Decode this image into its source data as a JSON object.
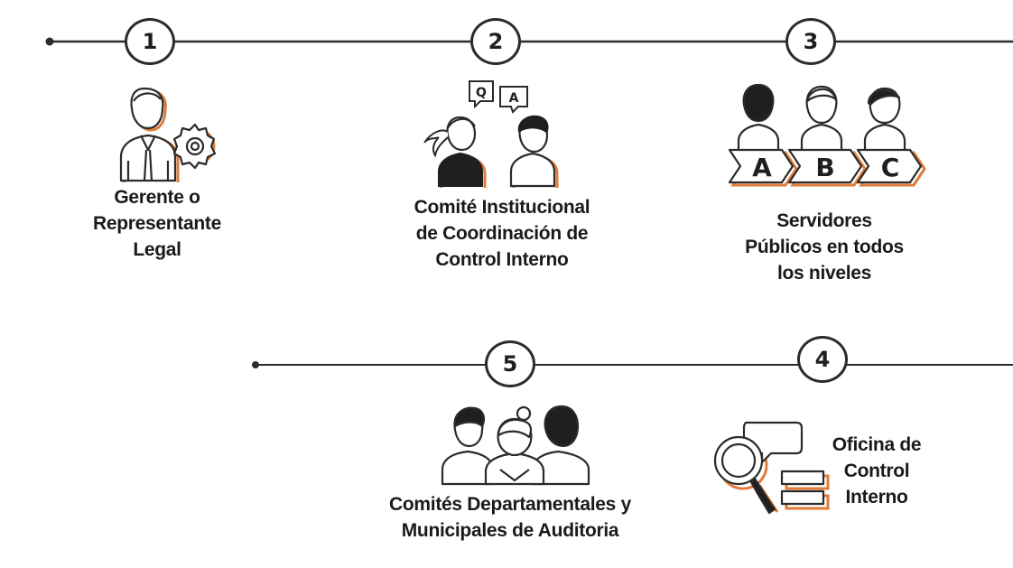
{
  "colors": {
    "line": "#2b2b2b",
    "accent_shadow": "#e07b39",
    "dark_fill": "#1f1f1f",
    "text": "#1a1a1a"
  },
  "steps": [
    {
      "number": "1",
      "icon": "manager-with-gear-icon",
      "label_lines": [
        "Gerente o",
        "Representante",
        "Legal"
      ]
    },
    {
      "number": "2",
      "icon": "committee-qa-icon",
      "icon_bubbles": [
        "Q",
        "A"
      ],
      "label_lines": [
        "Comité Institucional",
        "de Coordinación de",
        "Control Interno"
      ]
    },
    {
      "number": "3",
      "icon": "public-servants-abc-icon",
      "icon_levels": [
        "A",
        "B",
        "C"
      ],
      "label_lines": [
        "Servidores",
        "Públicos en todos",
        "los niveles"
      ]
    },
    {
      "number": "4",
      "icon": "magnifier-report-icon",
      "label_lines": [
        "Oficina de",
        "Control",
        "Interno"
      ]
    },
    {
      "number": "5",
      "icon": "group-of-people-icon",
      "label_lines": [
        "Comités Departamentales y",
        "Municipales de Auditoria"
      ]
    }
  ]
}
